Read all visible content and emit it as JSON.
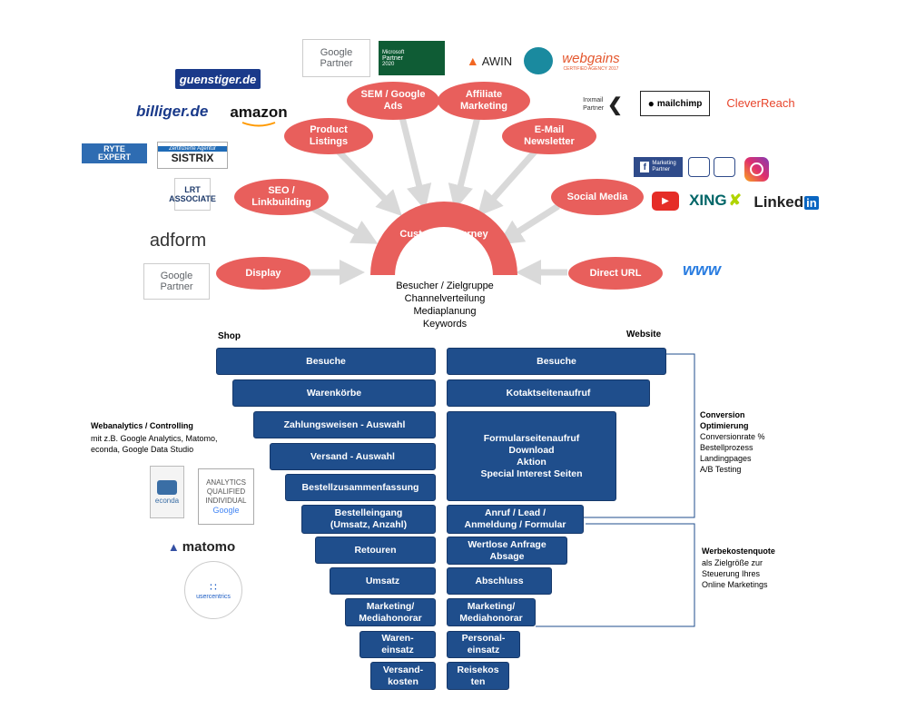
{
  "channels": {
    "display": "Display",
    "seo": "SEO /\nLinkbuilding",
    "product_listings": "Product\nListings",
    "sem": "SEM / Google\nAds",
    "affiliate": "Affiliate\nMarketing",
    "email": "E-Mail\nNewsletter",
    "social": "Social Media",
    "direct": "Direct URL"
  },
  "customer_journey": {
    "title": "Customer Journey",
    "lines": "Besucher / Zielgruppe\nChannelverteilung\nMediaplanung\nKeywords"
  },
  "shop": {
    "heading": "Shop",
    "steps": [
      "Besuche",
      "Warenkörbe",
      "Zahlungsweisen - Auswahl",
      "Versand - Auswahl",
      "Bestellzusammenfassung",
      "Bestelleingang\n(Umsatz, Anzahl)",
      "Retouren",
      "Umsatz",
      "Marketing/\nMediahonorar",
      "Waren-\neinsatz",
      "Versand-\nkosten"
    ]
  },
  "website": {
    "heading": "Website",
    "steps": [
      "Besuche",
      "Kotaktseitenaufruf",
      "Formularseitenaufruf\nDownload\nAktion\nSpecial Interest Seiten",
      "Anruf / Lead /\nAnmeldung / Formular",
      "Wertlose Anfrage\nAbsage",
      "Abschluss",
      "Marketing/\nMediahonorar",
      "Personal-\neinsatz",
      "Reisekos\nten"
    ]
  },
  "notes": {
    "webanalytics_title": "Webanalytics / Controlling",
    "webanalytics_text": "mit z.B. Google Analytics, Matomo,\neconda, Google Data Studio",
    "conversion_title": "Conversion\nOptimierung",
    "conversion_text": "Conversionrate %\nBestellprozess\nLandingpages\nA/B Testing",
    "werbe_title": "Werbekostenquote",
    "werbe_text": "als Zielgröße zur\nSteuerung Ihres\nOnline Marketings"
  },
  "logos": {
    "guenstiger": "guenstiger.de",
    "billiger": "billiger.de",
    "amazon": "amazon",
    "google_partner": "Google\nPartner",
    "microsoft_partner_top": "Microsoft",
    "microsoft_partner_bottom": "Partner",
    "microsoft_year": "2020",
    "awin": "AWIN",
    "webgains": "webgains",
    "webgains_sub": "CERTIFIED AGENCY 2017",
    "inxmail": "Inxmail\nPartner",
    "mailchimp": "mailchimp",
    "cleverreach": "CleverReach",
    "ryte": "RYTE\nEXPERT",
    "sistrix_top": "Zertifizierte Agentur",
    "sistrix": "SISTRIX",
    "lrt": "LRT\nASSOCIATE",
    "adform": "adform",
    "facebook": "Marketing\nPartner",
    "xing": "XING",
    "linkedin": "Linked",
    "linkedin_in": "in",
    "www": "www",
    "econda": "econda",
    "analytics": "ANALYTICS\nQUALIFIED\nINDIVIDUAL",
    "google": "Google",
    "matomo": "matomo",
    "usercentrics": "usercentrics"
  },
  "colors": {
    "channel": "#e85f5c",
    "funnel": "#1f4e8c",
    "arrow": "#d9d9d9",
    "bracket": "#1f4e8c"
  }
}
